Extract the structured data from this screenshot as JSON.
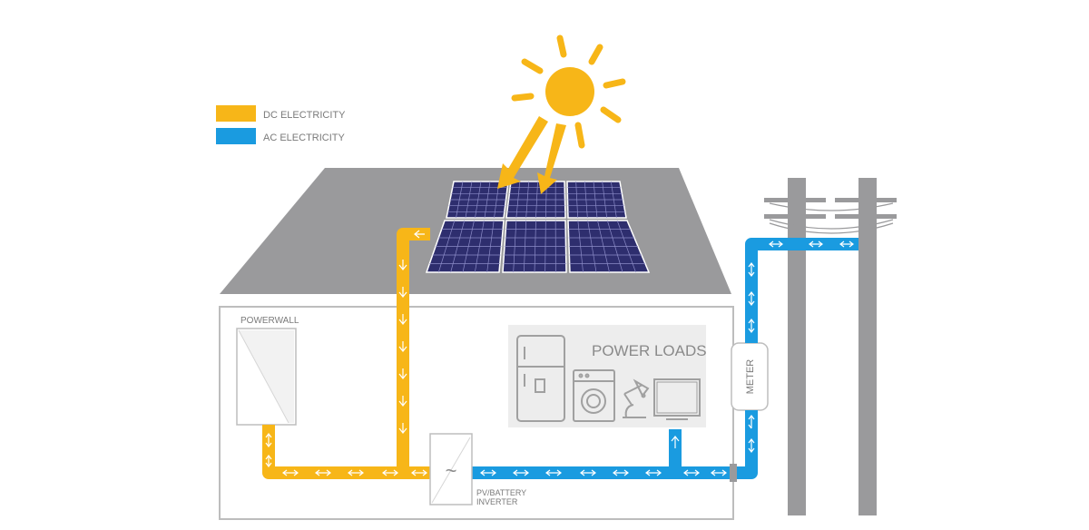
{
  "legend": {
    "items": [
      {
        "label": "DC ELECTRICITY",
        "color": "#F7B618"
      },
      {
        "label": "AC ELECTRICITY",
        "color": "#1A9BE0"
      }
    ]
  },
  "components": {
    "powerwall": "POWERWALL",
    "power_loads": "POWER LOADS",
    "meter": "METER",
    "inverter_line1": "PV/BATTERY",
    "inverter_line2": "INVERTER",
    "inverter_symbol": "~"
  },
  "colors": {
    "dc": "#F7B618",
    "ac": "#1A9BE0",
    "sun": "#F7B618",
    "roof": "#9A9A9C",
    "wall_stroke": "#BDBDBD",
    "panel": "#2E2E6E",
    "pole": "#9A9A9C",
    "appliance": "#A0A0A0",
    "loads_box": "#EDEDED",
    "label_text": "#7A7A7A"
  },
  "icons": [
    "sun-icon",
    "solar-panel-icon",
    "fridge-icon",
    "washing-machine-icon",
    "desk-lamp-icon",
    "tv-icon",
    "utility-pole-icon"
  ]
}
